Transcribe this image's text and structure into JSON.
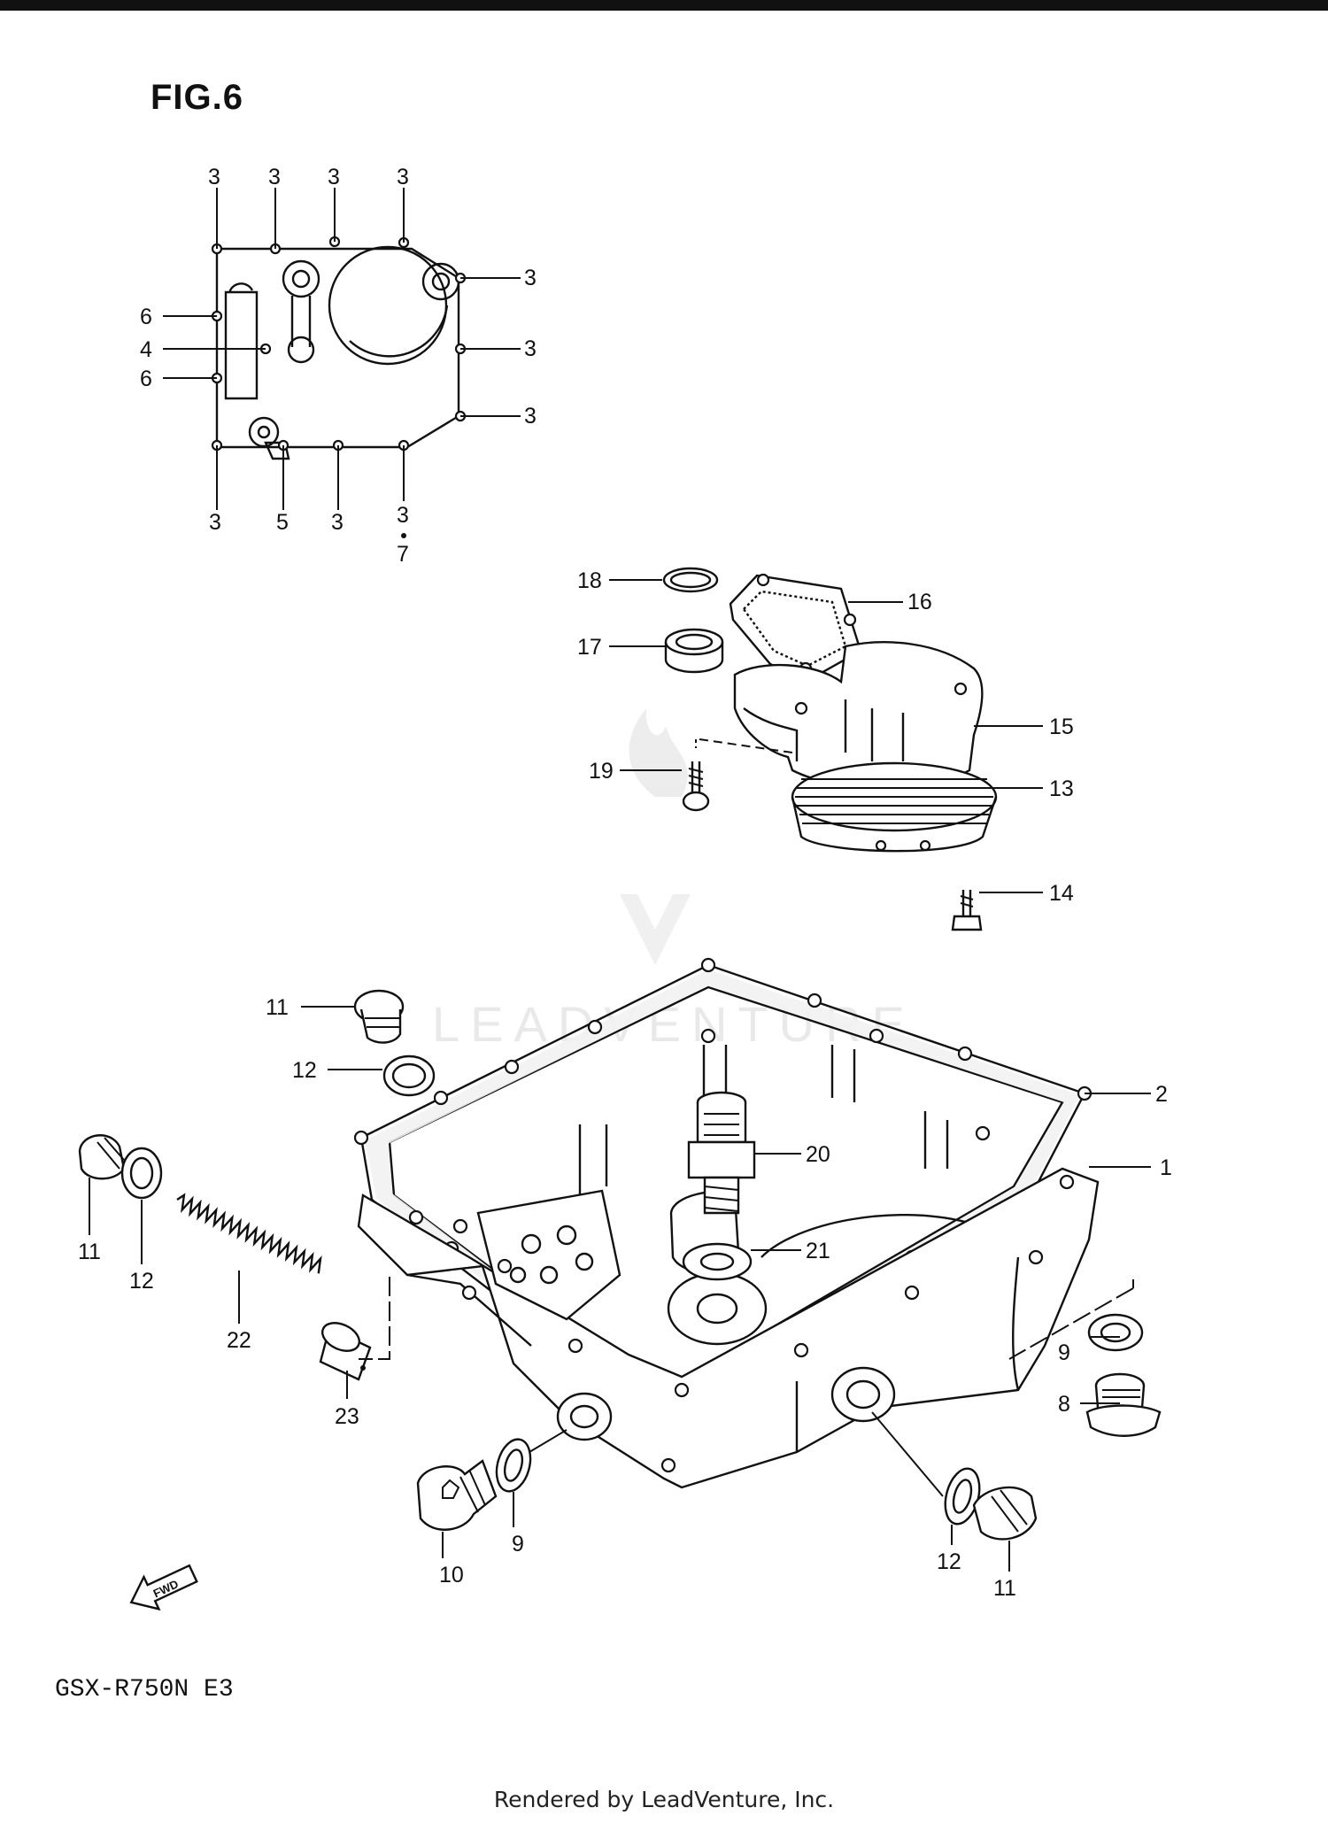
{
  "figure": {
    "title": "FIG.6"
  },
  "model_code": "GSX-R750N  E3",
  "footer": "Rendered by LeadVenture, Inc.",
  "watermark": {
    "logo": "leadventure-flame-logo",
    "text": "LEADVENTURE"
  },
  "fwd_arrow": {
    "label": "FWD",
    "icon": "fwd-arrow-icon"
  },
  "callouts": {
    "c3a": "3",
    "c3b": "3",
    "c3c": "3",
    "c3d": "3",
    "c3e": "3",
    "c3f": "3",
    "c3g": "3",
    "c3h": "3",
    "c3i": "3",
    "c3j": "3",
    "c7": "7",
    "c6a": "6",
    "c4": "4",
    "c6b": "6",
    "c5": "5",
    "c18": "18",
    "c16": "16",
    "c17": "17",
    "c15": "15",
    "c19": "19",
    "c13": "13",
    "c14": "14",
    "c11a": "11",
    "c12a": "12",
    "c2": "2",
    "c20": "20",
    "c1": "1",
    "c11b": "11",
    "c12b": "12",
    "c21": "21",
    "c22": "22",
    "c23": "23",
    "c9a": "9",
    "c8": "8",
    "c9b": "9",
    "c10": "10",
    "c12c": "12",
    "c11c": "11"
  }
}
